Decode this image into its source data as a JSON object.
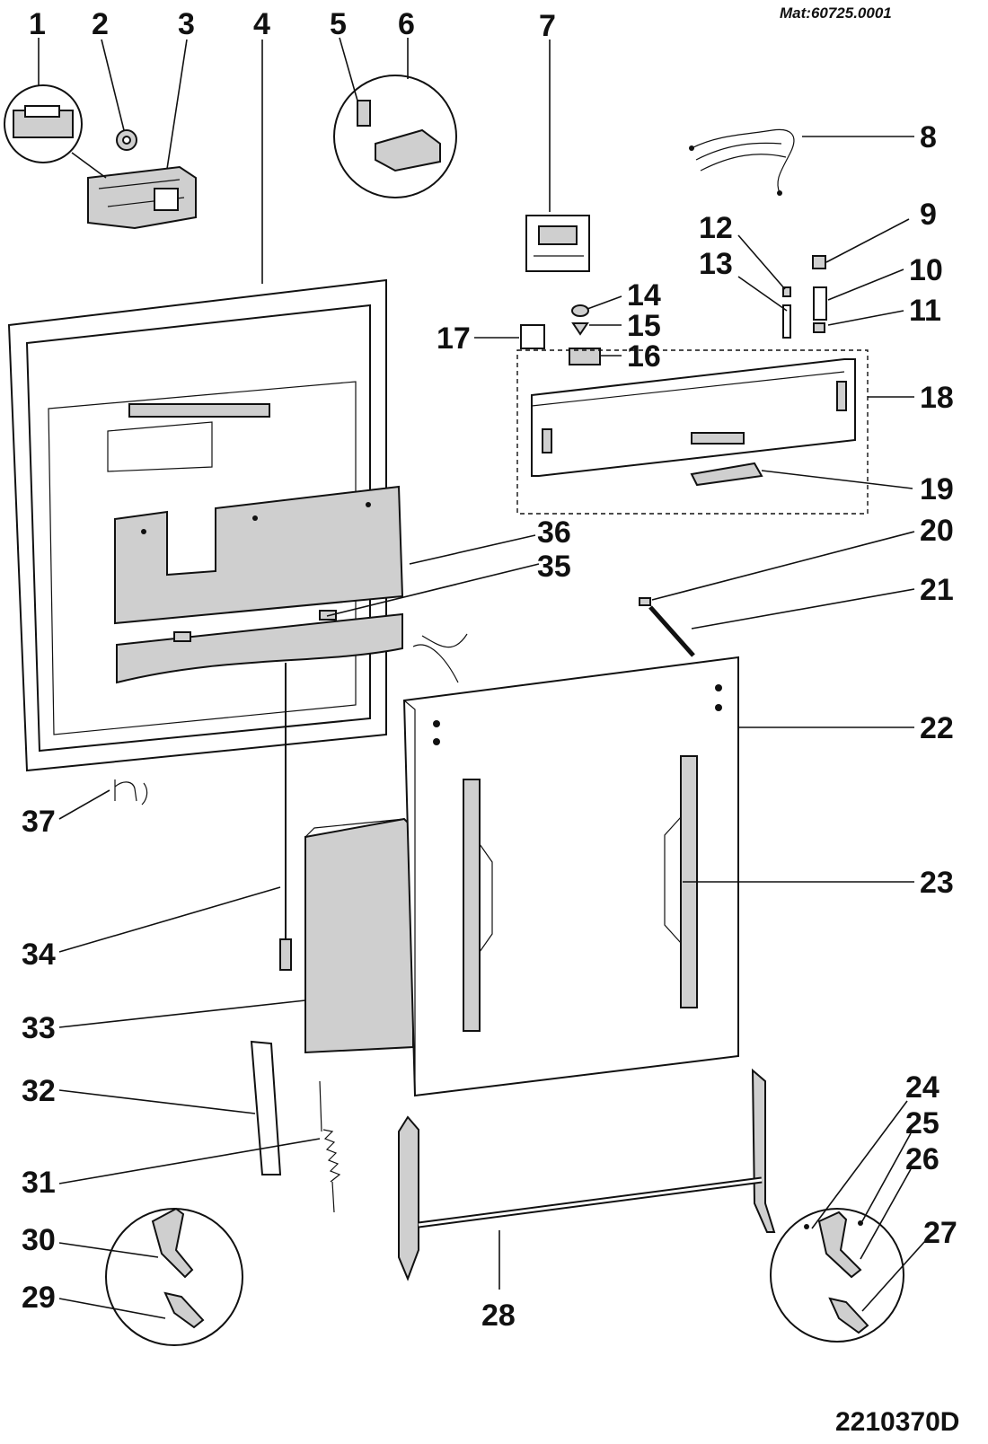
{
  "doc_ref": "Mat:60725.0001",
  "drawing_code": "2210370D",
  "callouts": [
    {
      "id": "1"
    },
    {
      "id": "2"
    },
    {
      "id": "3"
    },
    {
      "id": "4"
    },
    {
      "id": "5"
    },
    {
      "id": "6"
    },
    {
      "id": "7"
    },
    {
      "id": "8"
    },
    {
      "id": "9"
    },
    {
      "id": "10"
    },
    {
      "id": "11"
    },
    {
      "id": "12"
    },
    {
      "id": "13"
    },
    {
      "id": "14"
    },
    {
      "id": "15"
    },
    {
      "id": "16"
    },
    {
      "id": "17"
    },
    {
      "id": "18"
    },
    {
      "id": "19"
    },
    {
      "id": "20"
    },
    {
      "id": "21"
    },
    {
      "id": "22"
    },
    {
      "id": "23"
    },
    {
      "id": "24"
    },
    {
      "id": "25"
    },
    {
      "id": "26"
    },
    {
      "id": "27"
    },
    {
      "id": "28"
    },
    {
      "id": "29"
    },
    {
      "id": "30"
    },
    {
      "id": "31"
    },
    {
      "id": "32"
    },
    {
      "id": "33"
    },
    {
      "id": "34"
    },
    {
      "id": "35"
    },
    {
      "id": "36"
    },
    {
      "id": "37"
    }
  ]
}
